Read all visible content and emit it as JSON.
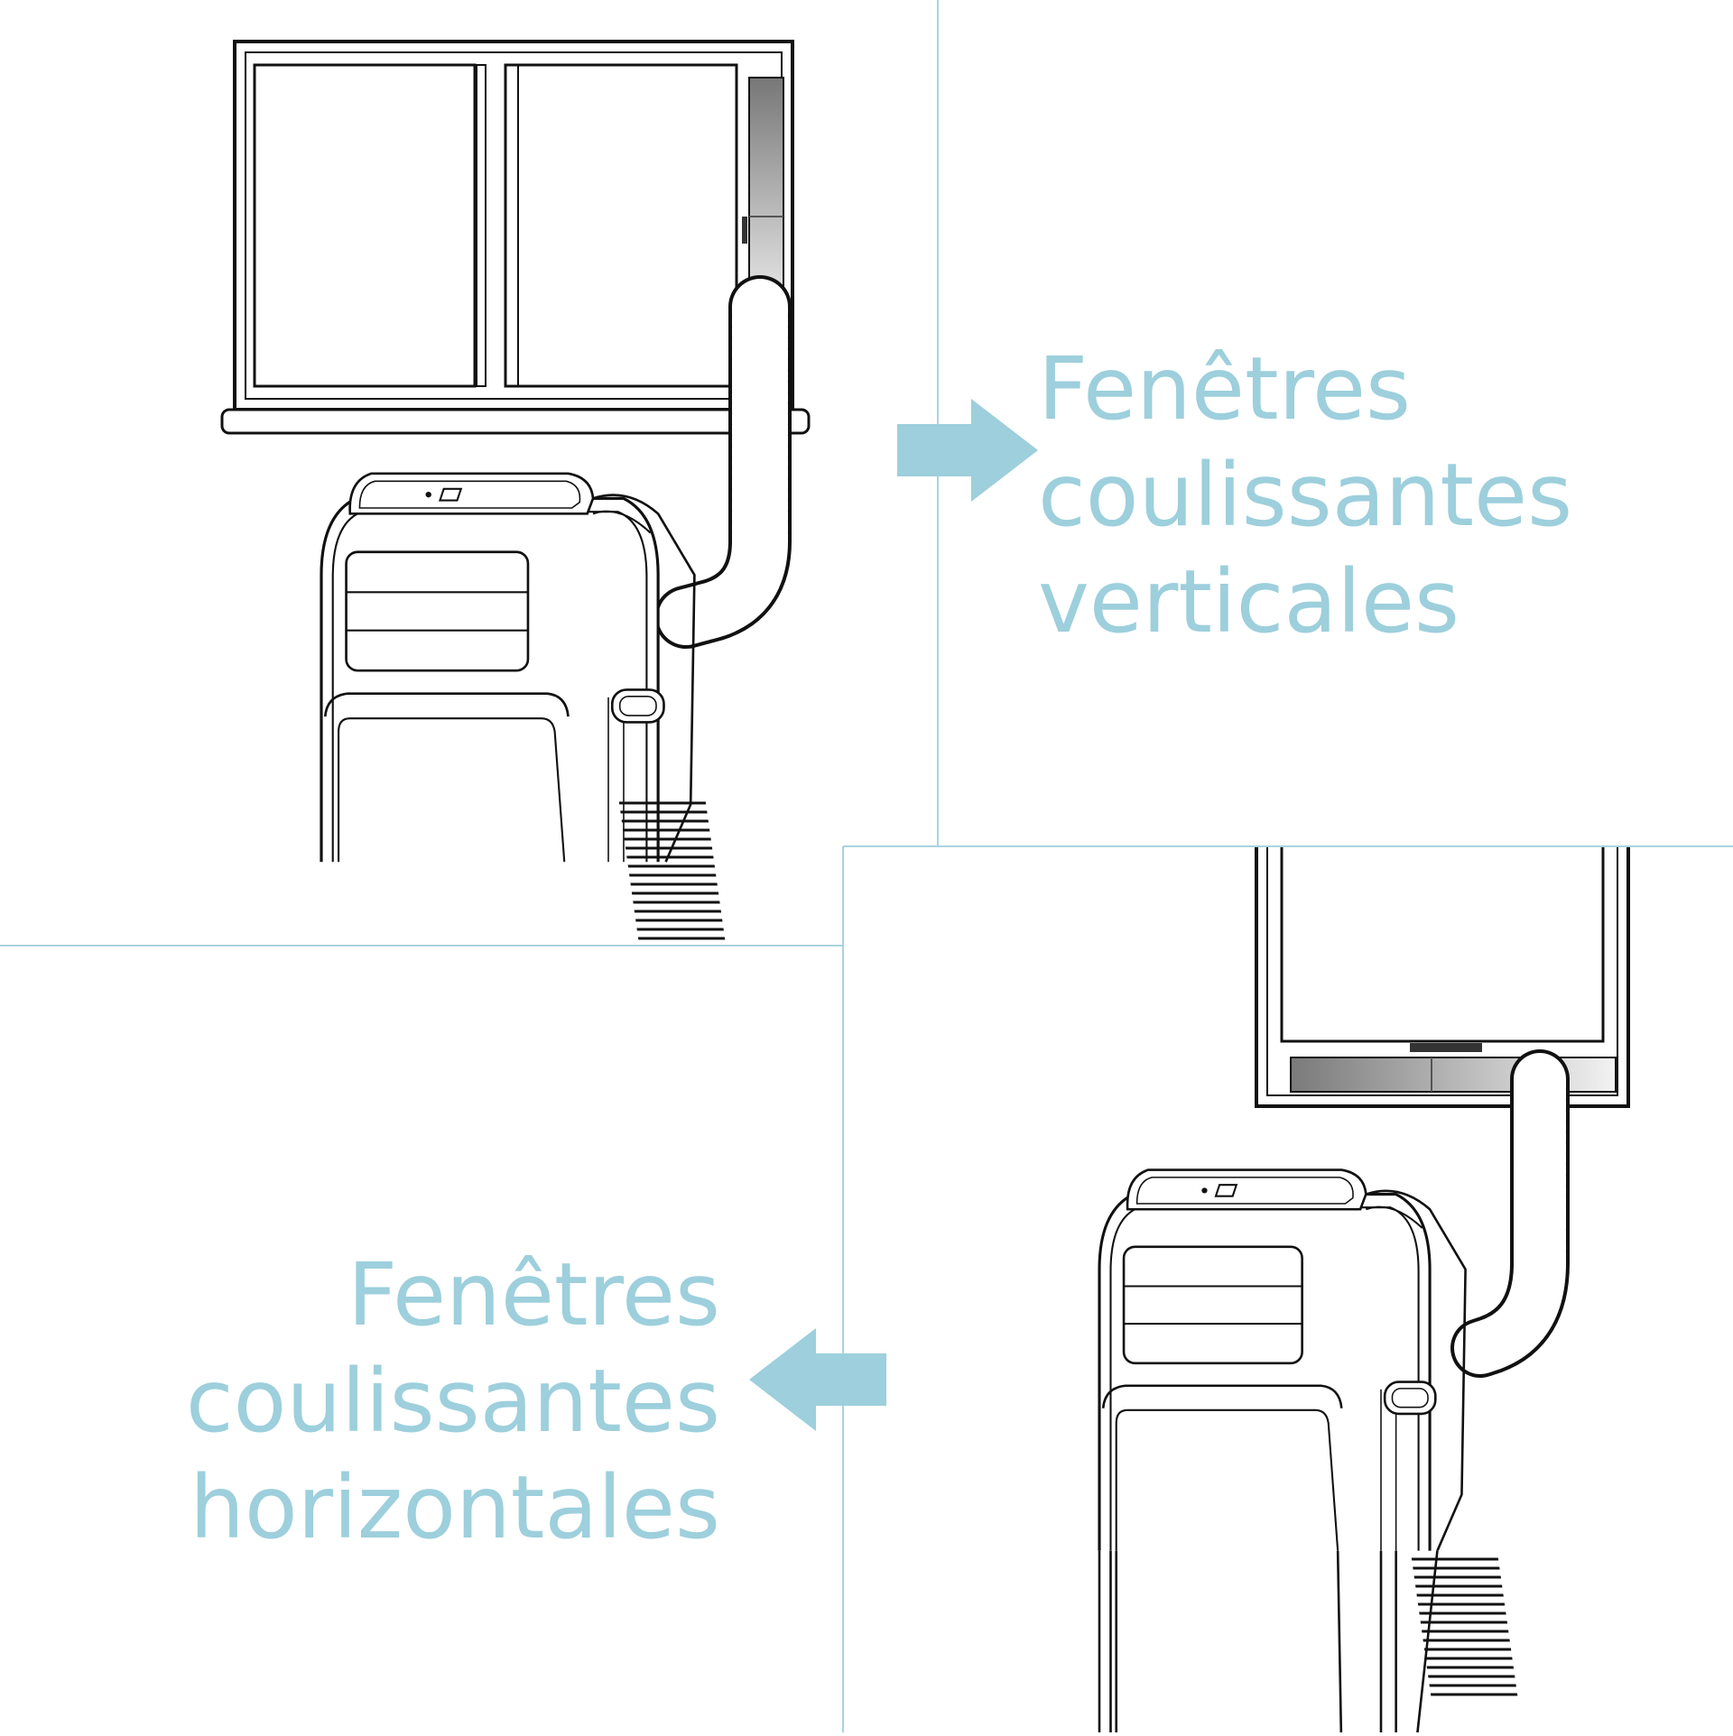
{
  "panels": {
    "top": {
      "caption_lines": [
        "Fenêtres",
        "coulissantes",
        "verticales"
      ]
    },
    "bottom": {
      "caption_lines": [
        "Fenêtres",
        "coulissantes",
        "horizontales"
      ]
    }
  },
  "colors": {
    "accent": "#9dcfdc",
    "divider": "#a9d3de",
    "line": "#111111",
    "panel_fill": "#ffffff",
    "glass_grey": "#8f8f8f"
  },
  "icons": {
    "top_arrow": "arrow-right-icon",
    "bottom_arrow": "arrow-left-icon"
  }
}
